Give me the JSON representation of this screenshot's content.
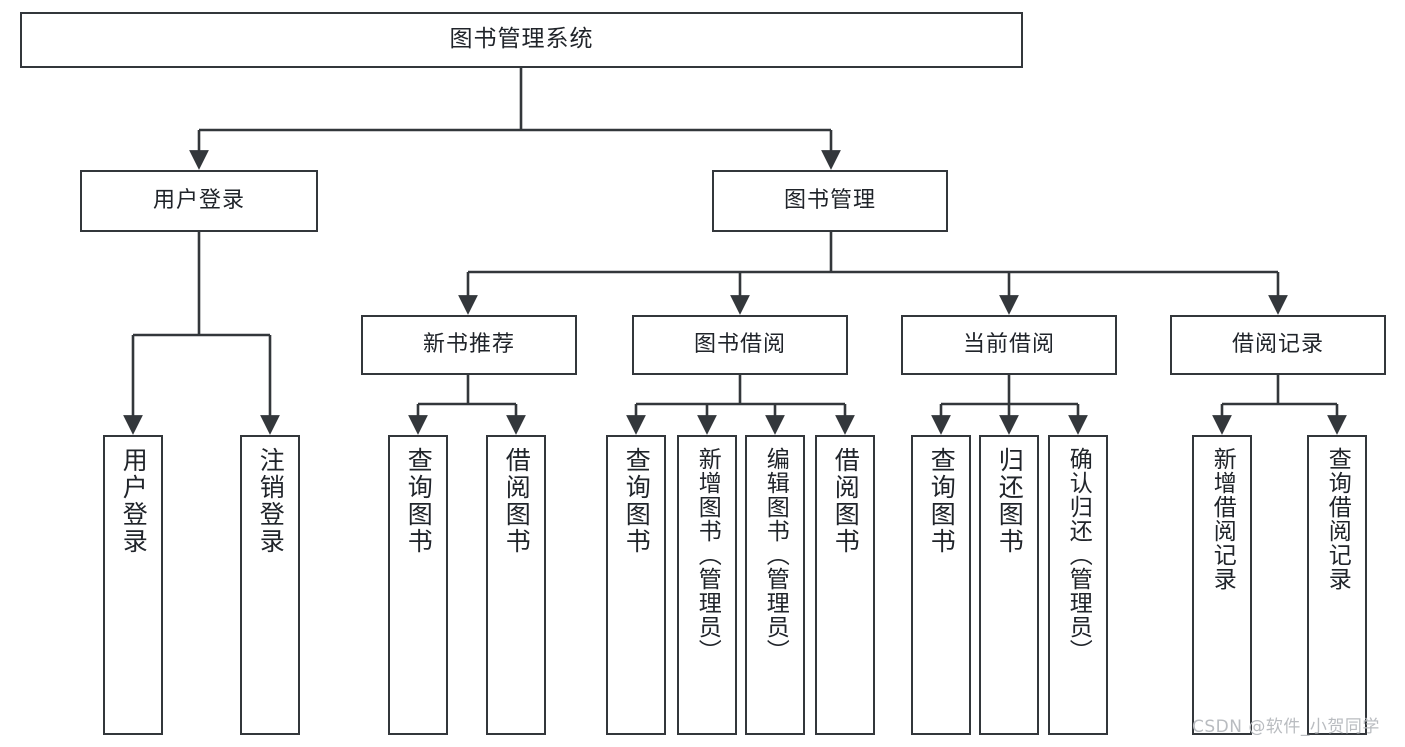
{
  "diagram": {
    "title": "图书管理系统",
    "watermark": "CSDN @软件_小贺同学",
    "colors": {
      "box_border": "#33373b",
      "box_fill": "#ffffff",
      "edge": "#33373b",
      "text": "#20242a",
      "watermark": "#b9bcc0",
      "background": "#ffffff"
    },
    "levels": {
      "root": "图书管理系统",
      "level2": [
        "用户登录",
        "图书管理"
      ],
      "level3": [
        "新书推荐",
        "图书借阅",
        "当前借阅",
        "借阅记录"
      ]
    },
    "nodes": {
      "root": "图书管理系统",
      "user_login": "用户登录",
      "book_manage": "图书管理",
      "new_book_rec": "新书推荐",
      "book_borrow": "图书借阅",
      "current_borrow": "当前借阅",
      "borrow_record": "借阅记录",
      "leaf_user_login": "用户登录",
      "leaf_user_logout": "注销登录",
      "leaf_rec_query": "查询图书",
      "leaf_rec_borrow": "借阅图书",
      "leaf_borrow_query": "查询图书",
      "leaf_borrow_add": "新增图书（管理员）",
      "leaf_borrow_edit": "编辑图书（管理员）",
      "leaf_borrow_lend": "借阅图书",
      "leaf_cur_query": "查询图书",
      "leaf_cur_return": "归还图书",
      "leaf_cur_confirm": "确认归还（管理员）",
      "leaf_rec_add": "新增借阅记录",
      "leaf_rec_search": "查询借阅记录"
    },
    "tree": {
      "label": "图书管理系统",
      "children": [
        {
          "label": "用户登录",
          "children": [
            {
              "label": "用户登录",
              "children": []
            },
            {
              "label": "注销登录",
              "children": []
            }
          ]
        },
        {
          "label": "图书管理",
          "children": [
            {
              "label": "新书推荐",
              "children": [
                {
                  "label": "查询图书",
                  "children": []
                },
                {
                  "label": "借阅图书",
                  "children": []
                }
              ]
            },
            {
              "label": "图书借阅",
              "children": [
                {
                  "label": "查询图书",
                  "children": []
                },
                {
                  "label": "新增图书（管理员）",
                  "children": []
                },
                {
                  "label": "编辑图书（管理员）",
                  "children": []
                },
                {
                  "label": "借阅图书",
                  "children": []
                }
              ]
            },
            {
              "label": "当前借阅",
              "children": [
                {
                  "label": "查询图书",
                  "children": []
                },
                {
                  "label": "归还图书",
                  "children": []
                },
                {
                  "label": "确认归还（管理员）",
                  "children": []
                }
              ]
            },
            {
              "label": "借阅记录",
              "children": [
                {
                  "label": "新增借阅记录",
                  "children": []
                },
                {
                  "label": "查询借阅记录",
                  "children": []
                }
              ]
            }
          ]
        }
      ]
    }
  }
}
